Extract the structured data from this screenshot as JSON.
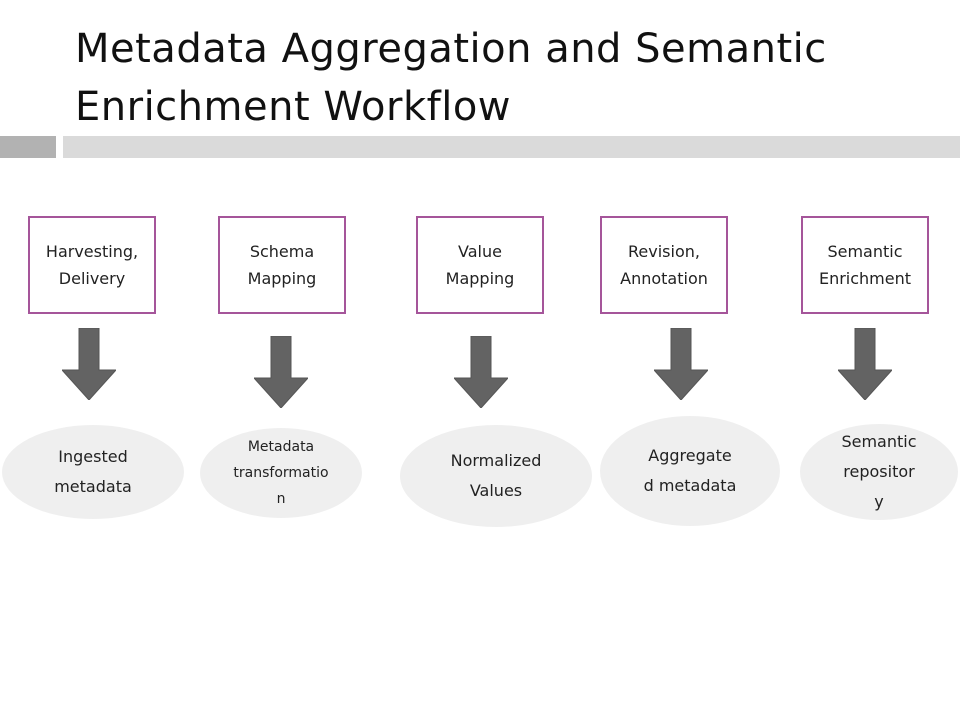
{
  "title": "Metadata Aggregation and Semantic Enrichment Workflow",
  "steps": [
    {
      "label": "Harvesting,\nDelivery",
      "output": "Ingested\nmetadata"
    },
    {
      "label": "Schema\nMapping",
      "output": "Metadata\ntransformatio\nn"
    },
    {
      "label": "Value\nMapping",
      "output": "Normalized\nValues"
    },
    {
      "label": "Revision,\nAnnotation",
      "output": "Aggregate\nd metadata"
    },
    {
      "label": "Semantic\nEnrichment",
      "output": "Semantic\nrepositor\ny"
    }
  ],
  "colors": {
    "step_border": "#a5559a",
    "arrow_fill": "#636363",
    "ellipse_fill": "#efefef"
  }
}
